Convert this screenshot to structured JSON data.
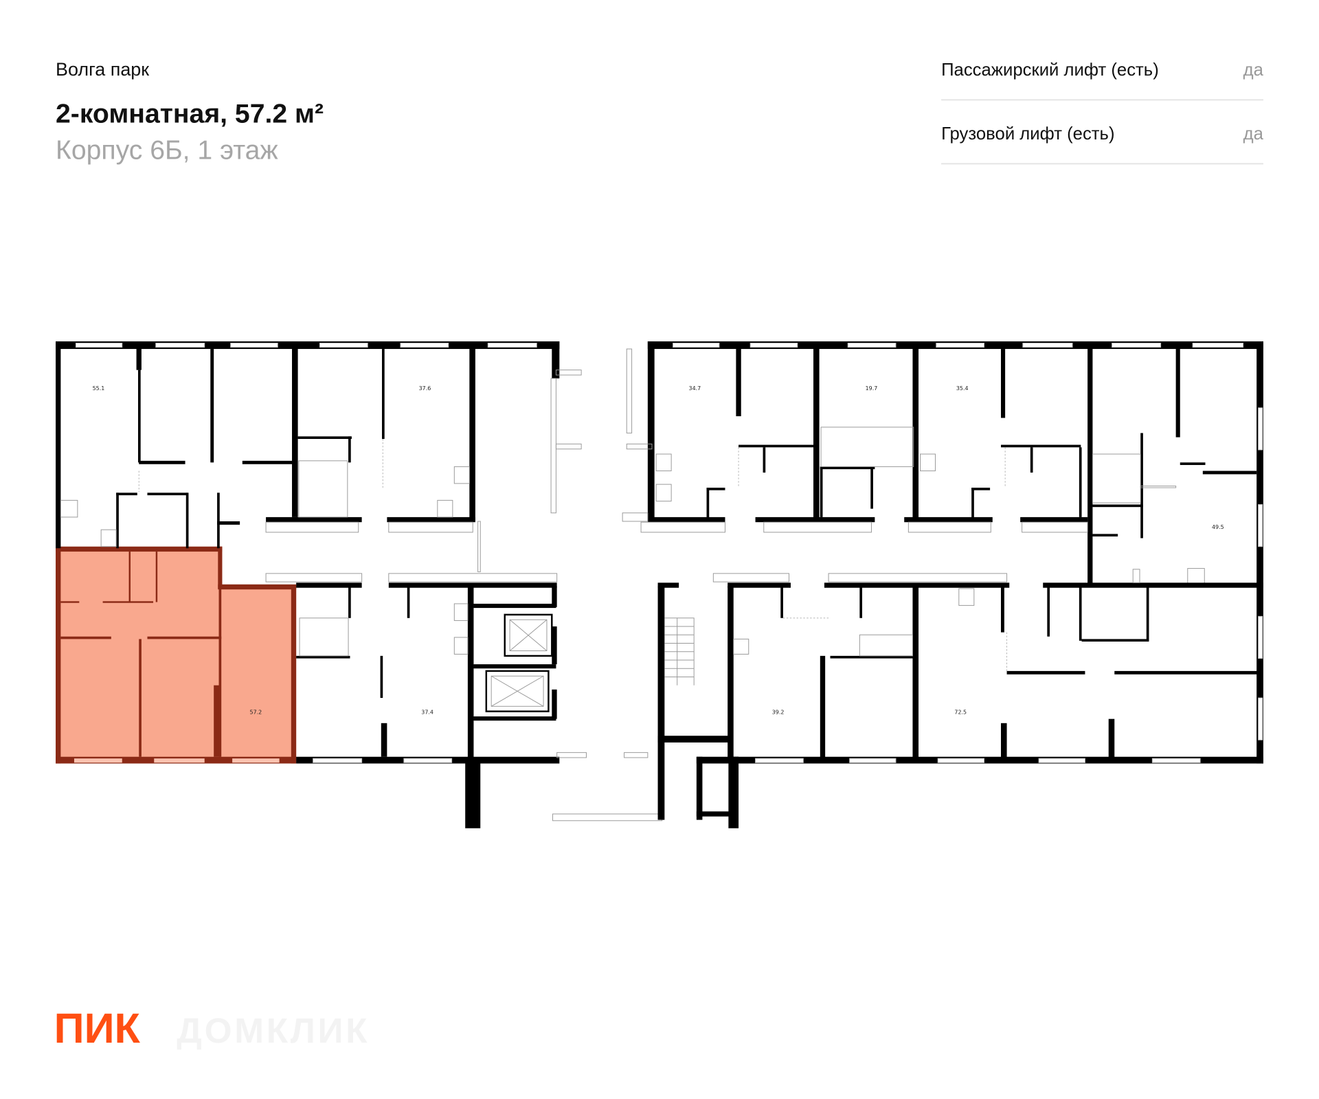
{
  "header": {
    "project": "Волга парк",
    "title": "2-комнатная, 57.2 м²",
    "subtitle": "Корпус 6Б, 1 этаж"
  },
  "features": [
    {
      "label": "Пассажирский лифт (есть)",
      "value": "да"
    },
    {
      "label": "Грузовой лифт (есть)",
      "value": "да"
    }
  ],
  "plan": {
    "highlight_color": "#f9a88e",
    "highlight_wall_color": "#8b2a16",
    "selected_area": "57.2",
    "rooms": [
      "55.1",
      "37.6",
      "34.7",
      "19.7",
      "35.4",
      "49.5",
      "57.2",
      "37.4",
      "39.2",
      "72.5"
    ]
  },
  "logo": {
    "brand": "ПИК",
    "brand_color": "#ff4f12",
    "watermark": "ДОМКЛИК"
  }
}
